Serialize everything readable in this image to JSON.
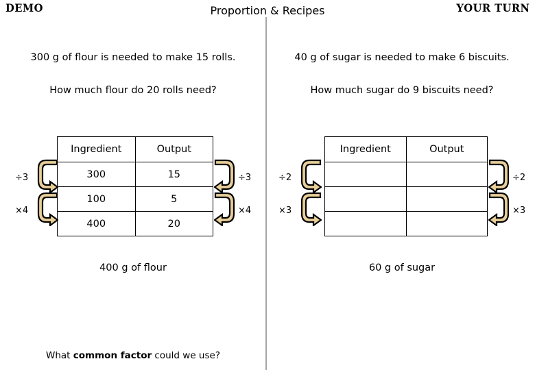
{
  "slide": {
    "title": "Proportion & Recipes",
    "demo_badge": "DEMO",
    "your_turn_badge": "YOUR TURN",
    "divider_color": "#a6a6a6",
    "arrow_fill_color": "#e8cf9a",
    "arrow_outline_color": "#000000"
  },
  "left_panel": {
    "prompt_1": "300 g of flour is needed to make 15 rolls.",
    "prompt_2": "How much flour do 20 rolls need?",
    "answer": "400 g of flour",
    "table": {
      "headers": [
        "Ingredient",
        "Output"
      ],
      "rows": [
        [
          "300",
          "15"
        ],
        [
          "100",
          "5"
        ],
        [
          "400",
          "20"
        ]
      ]
    },
    "left_ops": [
      "÷3",
      "×4"
    ],
    "right_ops": [
      "÷3",
      "×4"
    ]
  },
  "right_panel": {
    "prompt_1": "40 g of sugar is needed to make 6 biscuits.",
    "prompt_2": "How much sugar do 9 biscuits need?",
    "answer": "60 g of sugar",
    "table": {
      "headers": [
        "Ingredient",
        "Output"
      ],
      "rows": [
        [
          "",
          ""
        ],
        [
          "",
          ""
        ],
        [
          "",
          ""
        ]
      ]
    },
    "left_ops": [
      "÷2",
      "×3"
    ],
    "right_ops": [
      "÷2",
      "×3"
    ]
  },
  "footer": {
    "hint_prefix": "What ",
    "hint_bold": "common factor",
    "hint_suffix": " could we use?"
  }
}
